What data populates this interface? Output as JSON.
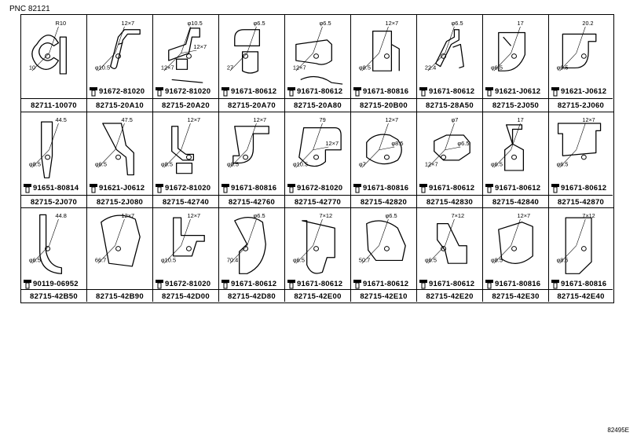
{
  "header": {
    "pnc": "PNC 82121"
  },
  "illustration_id": "82495E",
  "rows": [
    [
      {
        "part": "82711-10070",
        "bolt": "",
        "dims": [
          "R10",
          "10"
        ]
      },
      {
        "part": "82715-20A10",
        "bolt": "91672-81020",
        "dims": [
          "12×7",
          "φ10.5"
        ]
      },
      {
        "part": "82715-20A20",
        "bolt": "91672-81020",
        "dims": [
          "φ10.5",
          "12×7",
          "12×7"
        ]
      },
      {
        "part": "82715-20A70",
        "bolt": "91671-80612",
        "dims": [
          "φ6.5",
          "27"
        ]
      },
      {
        "part": "82715-20A80",
        "bolt": "91671-80612",
        "dims": [
          "φ6.5",
          "12×7"
        ]
      },
      {
        "part": "82715-20B00",
        "bolt": "91671-80816",
        "dims": [
          "12×7",
          "φ8.5"
        ]
      },
      {
        "part": "82715-28A50",
        "bolt": "91671-80612",
        "dims": [
          "φ6.5",
          "22.4"
        ]
      },
      {
        "part": "82715-2J050",
        "bolt": "91621-J0612",
        "dims": [
          "17",
          "φ6.5"
        ]
      },
      {
        "part": "82715-2J060",
        "bolt": "91621-J0612",
        "dims": [
          "20.2",
          "φ6.5"
        ]
      }
    ],
    [
      {
        "part": "82715-2J070",
        "bolt": "91651-80814",
        "dims": [
          "44.5",
          "φ8.5"
        ]
      },
      {
        "part": "82715-2J080",
        "bolt": "91621-J0612",
        "dims": [
          "47.5",
          "φ6.5"
        ]
      },
      {
        "part": "82715-42740",
        "bolt": "91672-81020",
        "dims": [
          "12×7",
          "φ8.5"
        ]
      },
      {
        "part": "82715-42760",
        "bolt": "91671-80816",
        "dims": [
          "12×7",
          "φ8.5"
        ]
      },
      {
        "part": "82715-42770",
        "bolt": "91672-81020",
        "dims": [
          "79",
          "φ10.5",
          "12×7"
        ]
      },
      {
        "part": "82715-42820",
        "bolt": "91671-80816",
        "dims": [
          "12×7",
          "φ7",
          "φ8.5"
        ]
      },
      {
        "part": "82715-42830",
        "bolt": "91671-80612",
        "dims": [
          "φ7",
          "12×7",
          "φ6.5"
        ]
      },
      {
        "part": "82715-42840",
        "bolt": "91671-80612",
        "dims": [
          "17",
          "φ6.5"
        ]
      },
      {
        "part": "82715-42870",
        "bolt": "91671-80612",
        "dims": [
          "12×7",
          "φ6.5"
        ]
      }
    ],
    [
      {
        "part": "82715-42B50",
        "bolt": "90119-06952",
        "dims": [
          "44.8",
          "φ6.5"
        ]
      },
      {
        "part": "82715-42B90",
        "bolt": "",
        "dims": [
          "12×7",
          "66.7"
        ]
      },
      {
        "part": "82715-42D00",
        "bolt": "91672-81020",
        "dims": [
          "12×7",
          "φ10.5"
        ]
      },
      {
        "part": "82715-42D80",
        "bolt": "91671-80612",
        "dims": [
          "φ6.5",
          "70.4"
        ]
      },
      {
        "part": "82715-42E00",
        "bolt": "91671-80612",
        "dims": [
          "7×12",
          "φ6.5"
        ]
      },
      {
        "part": "82715-42E10",
        "bolt": "91671-80612",
        "dims": [
          "φ6.5",
          "50.7"
        ]
      },
      {
        "part": "82715-42E20",
        "bolt": "91671-80612",
        "dims": [
          "7×12",
          "φ6.5"
        ]
      },
      {
        "part": "82715-42E30",
        "bolt": "91671-80816",
        "dims": [
          "12×7",
          "φ8.5"
        ]
      },
      {
        "part": "82715-42E40",
        "bolt": "91671-80816",
        "dims": [
          "7×12",
          "φ8.5"
        ]
      }
    ]
  ]
}
